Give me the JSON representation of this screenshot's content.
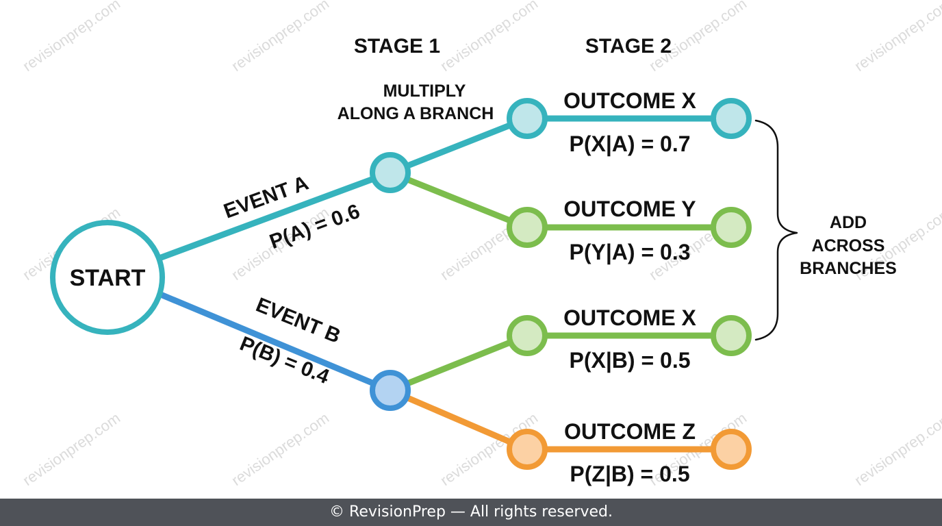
{
  "watermark": "revisionprep.com",
  "stages": {
    "stage1": "STAGE 1",
    "stage2": "STAGE 2"
  },
  "notes": {
    "multiply_line1": "MULTIPLY",
    "multiply_line2": "ALONG A BRANCH",
    "add_line1": "ADD",
    "add_line2": "ACROSS",
    "add_line3": "BRANCHES"
  },
  "start": {
    "label": "START"
  },
  "events": {
    "a": {
      "label": "EVENT A",
      "prob": "P(A) = 0.6",
      "value": 0.6
    },
    "b": {
      "label": "EVENT B",
      "prob": "P(B) = 0.4",
      "value": 0.4
    }
  },
  "outcomes": [
    {
      "id": "x-a",
      "label": "OUTCOME X",
      "prob": "P(X|A) = 0.7",
      "value": 0.7
    },
    {
      "id": "y-a",
      "label": "OUTCOME Y",
      "prob": "P(Y|A) = 0.3",
      "value": 0.3
    },
    {
      "id": "x-b",
      "label": "OUTCOME X",
      "prob": "P(X|B) = 0.5",
      "value": 0.5
    },
    {
      "id": "z-b",
      "label": "OUTCOME Z",
      "prob": "P(Z|B) = 0.5",
      "value": 0.5
    }
  ],
  "colors": {
    "teal": "#36b3bd",
    "teal_fill": "#bfe6ea",
    "green": "#7cbd4d",
    "green_fill": "#d4eac2",
    "blue": "#3f92d6",
    "blue_fill": "#b3d3f2",
    "orange": "#f29a35",
    "orange_fill": "#fcd1a4"
  },
  "footer": "© RevisionPrep — All rights reserved."
}
